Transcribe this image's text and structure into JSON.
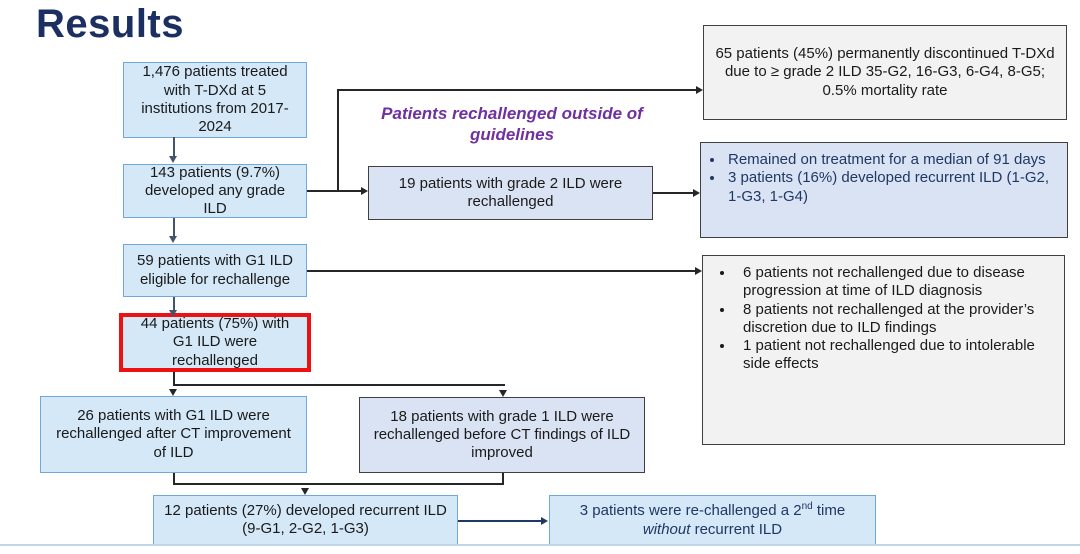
{
  "slide": {
    "title": "Results"
  },
  "colors": {
    "title_navy": "#1b3060",
    "light_blue_fill": "#d4e8f8",
    "blue_border": "#6fa8dc",
    "lavender_fill": "#dae3f3",
    "grey_fill": "#f2f2f2",
    "dark_border": "#404040",
    "red_highlight_border": "#ee1111",
    "navy_text": "#1f3864",
    "purple_text": "#7030a0"
  },
  "flow": {
    "treated": "1,476 patients treated with T-DXd at 5 institutions from 2017-2024",
    "developed": "143 patients (9.7%) developed any grade ILD",
    "eligible": "59 patients with G1 ILD eligible for rechallenge",
    "rechallenged44": "44 patients (75%) with G1 ILD were rechallenged",
    "rechallenged26": "26 patients with G1 ILD were rechallenged after CT improvement of ILD",
    "rechallenged18": "18 patients with grade 1 ILD were rechallenged before CT findings of ILD improved",
    "recurrent12": "12 patients (27%) developed recurrent ILD (9-G1, 2-G2, 1-G3)",
    "outside_label": "Patients rechallenged outside of guidelines",
    "grade2_19": "19 patients with grade 2 ILD were rechallenged",
    "rechallenge2nd": {
      "prefix": "3 patients were re-challenged a 2",
      "superscript": "nd",
      "middle": " time ",
      "emphasis": "without",
      "suffix": " recurrent ILD"
    }
  },
  "right": {
    "discontinued65": "65 patients (45%) permanently discontinued T-DXd due to ≥ grade 2 ILD 35-G2, 16-G3, 6-G4, 8-G5; 0.5% mortality rate",
    "remained": {
      "bullets": [
        "Remained on treatment for a median of 91 days",
        "3 patients (16%) developed recurrent ILD (1-G2, 1-G3, 1-G4)"
      ]
    },
    "not_rechallenged": {
      "bullets": [
        "6 patients not rechallenged due to disease progression at time of ILD diagnosis",
        "8 patients not rechallenged at the provider’s discretion due to ILD findings",
        "1 patient not rechallenged due to intolerable side effects"
      ]
    }
  }
}
